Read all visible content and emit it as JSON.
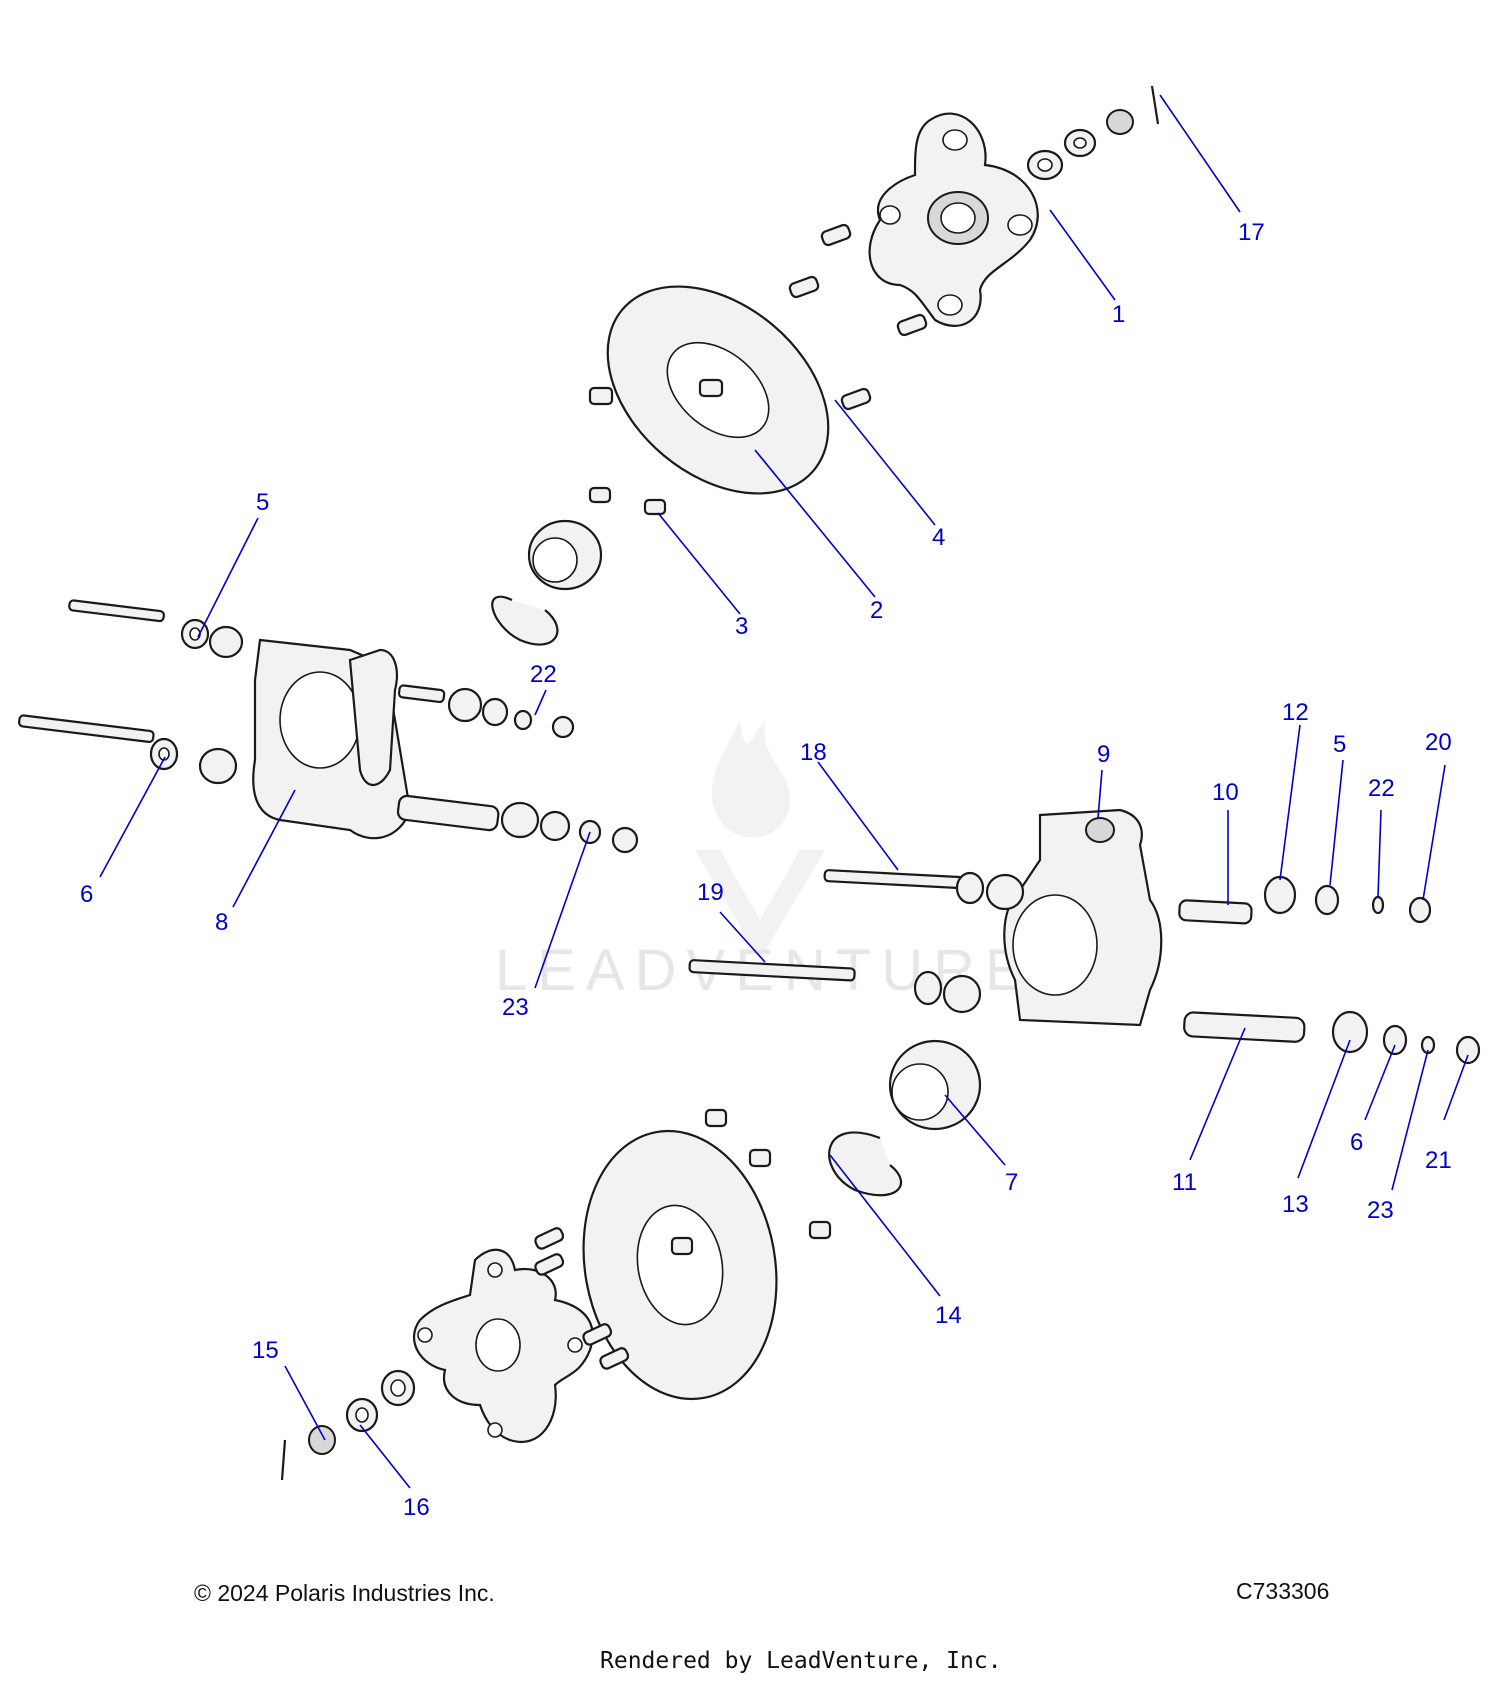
{
  "watermark": "LEADVENTURE",
  "callouts": [
    "1",
    "2",
    "3",
    "4",
    "5",
    "5",
    "6",
    "6",
    "7",
    "8",
    "9",
    "10",
    "11",
    "12",
    "13",
    "14",
    "15",
    "16",
    "17",
    "18",
    "19",
    "20",
    "21",
    "22",
    "22",
    "23",
    "23"
  ],
  "footer": {
    "copyright": "© 2024 Polaris Industries Inc.",
    "code": "C733306",
    "rendered_by": "Rendered by LeadVenture, Inc."
  }
}
